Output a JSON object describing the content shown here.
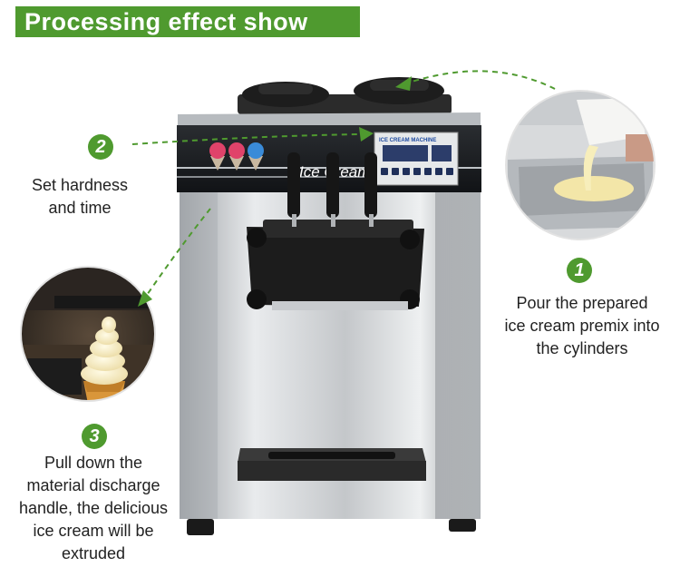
{
  "banner": {
    "title": "Processing effect show"
  },
  "machine": {
    "panel_label": "ICE CREAM MACHINE",
    "brand_text": "Ice Cream"
  },
  "steps": [
    {
      "number": "1",
      "lines": [
        "Pour the prepared",
        "ice cream premix into",
        "the cylinders"
      ]
    },
    {
      "number": "2",
      "lines": [
        "Set hardness",
        "and time"
      ]
    },
    {
      "number": "3",
      "lines": [
        "Pull down the",
        "material discharge",
        "handle, the delicious",
        "ice cream will be",
        "extruded"
      ]
    }
  ],
  "colors": {
    "accent": "#4f9a2f",
    "text": "#222222"
  }
}
